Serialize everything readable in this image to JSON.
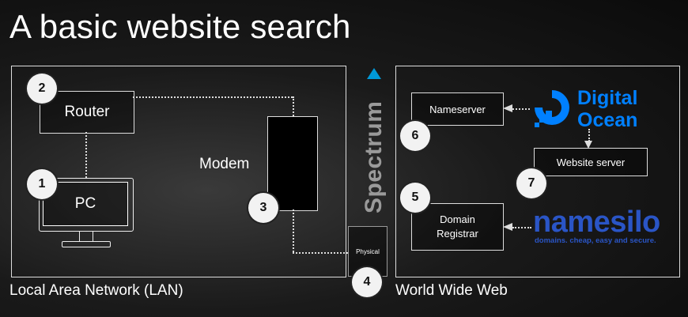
{
  "title": "A basic website search",
  "sections": {
    "lan": "Local Area Network (LAN)",
    "www": "World Wide Web"
  },
  "nodes": {
    "router": "Router",
    "pc": "PC",
    "modem": "Modem",
    "physical": "Physical",
    "nameserver": "Nameserver",
    "website_server": "Website server",
    "domain_registrar": "Domain\nRegistrar"
  },
  "steps": [
    "1",
    "2",
    "3",
    "4",
    "5",
    "6",
    "7"
  ],
  "logos": {
    "spectrum": "Spectrum",
    "digitalocean_line1": "Digital",
    "digitalocean_line2": "Ocean",
    "namesilo": "namesilo",
    "namesilo_tagline": "domains. cheap, easy and secure."
  },
  "colors": {
    "digitalocean": "#0080ff",
    "namesilo": "#2a55c6",
    "spectrum_accent": "#0099d8"
  }
}
